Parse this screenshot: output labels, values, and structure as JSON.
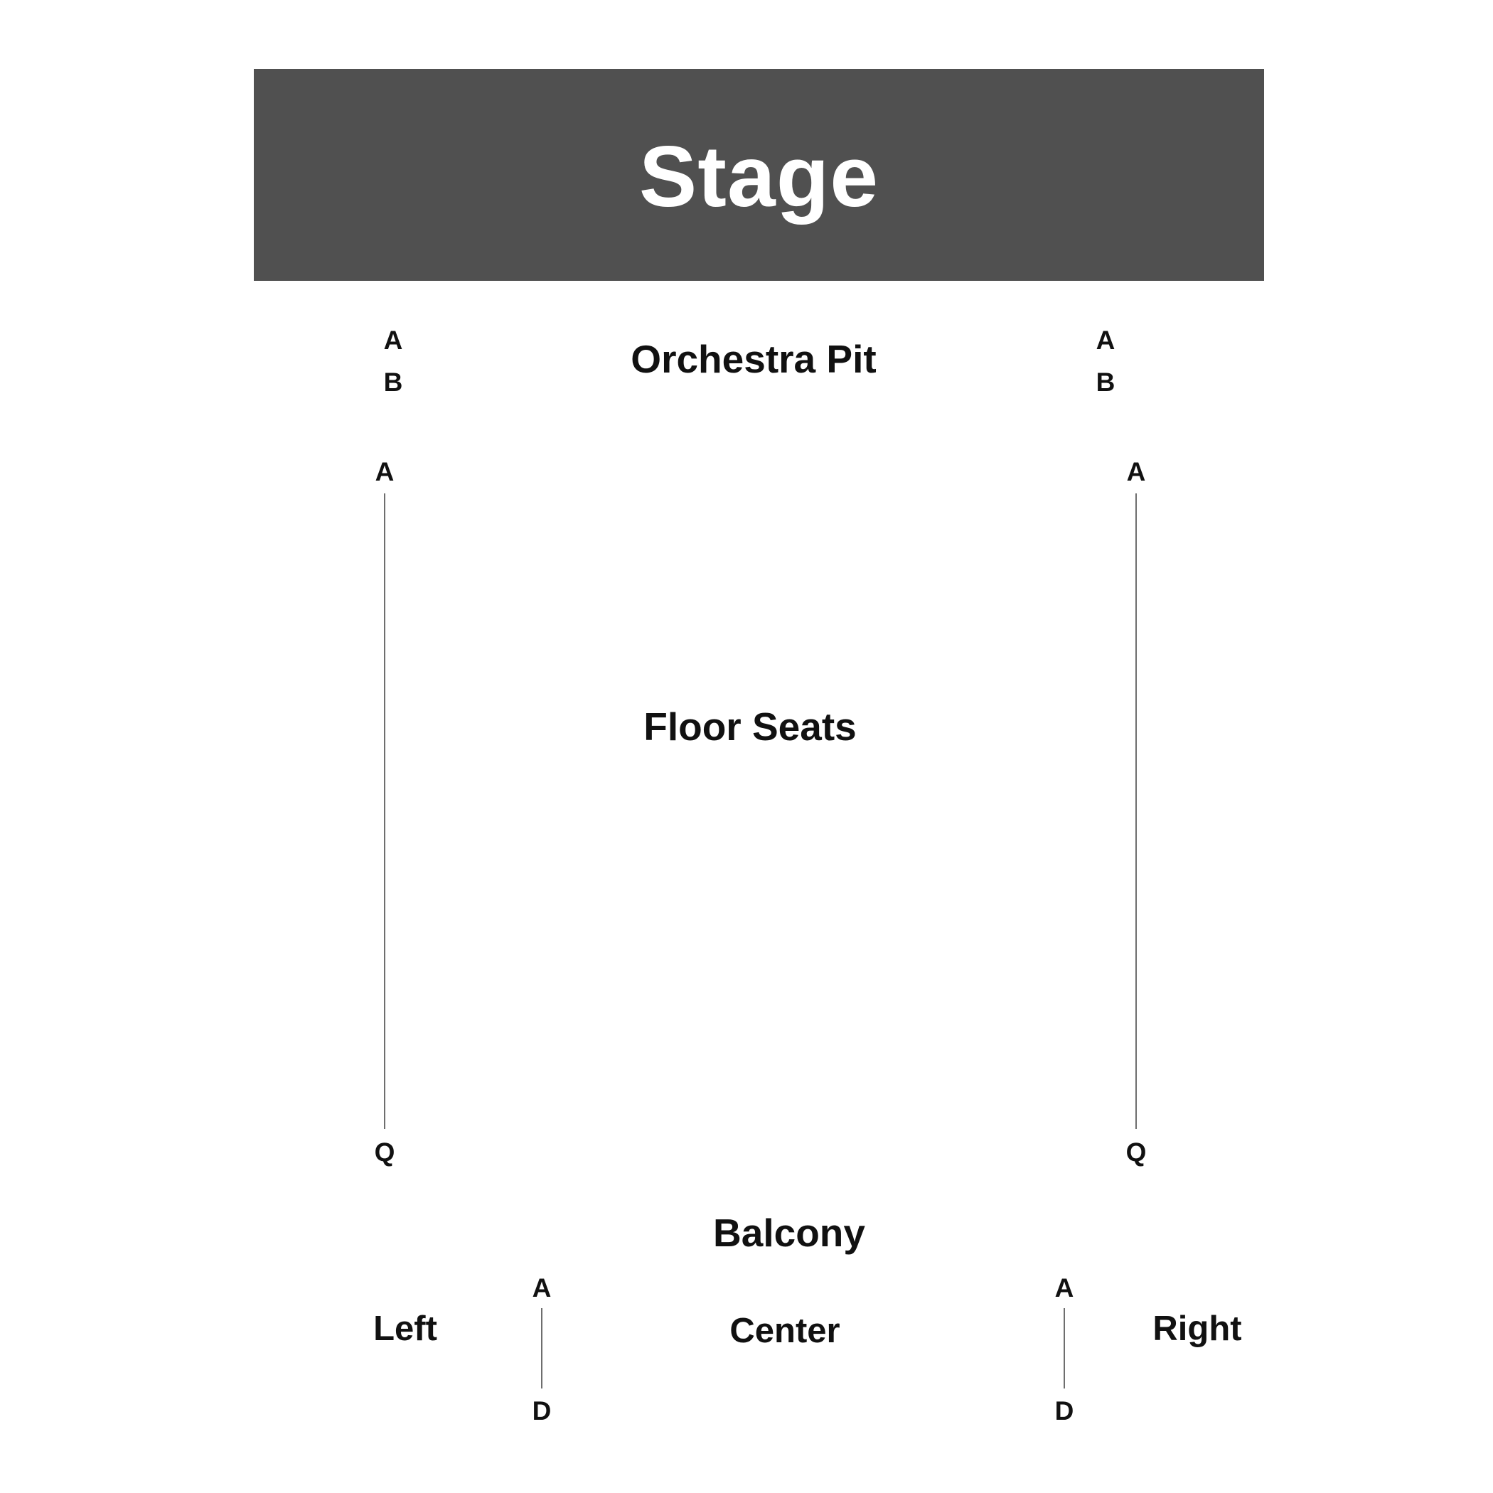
{
  "stage": {
    "label": "Stage",
    "color": "#505050"
  },
  "orchestra_pit": {
    "label": "Orchestra Pit",
    "left_rows": [
      "A",
      "B"
    ],
    "right_rows": [
      "A",
      "B"
    ]
  },
  "floor_seats": {
    "label": "Floor Seats",
    "left_range": {
      "start": "A",
      "end": "Q"
    },
    "right_range": {
      "start": "A",
      "end": "Q"
    }
  },
  "balcony": {
    "label": "Balcony",
    "sections": {
      "left": "Left",
      "center": "Center",
      "right": "Right"
    },
    "left_range": {
      "start": "A",
      "end": "D"
    },
    "right_range": {
      "start": "A",
      "end": "D"
    }
  }
}
